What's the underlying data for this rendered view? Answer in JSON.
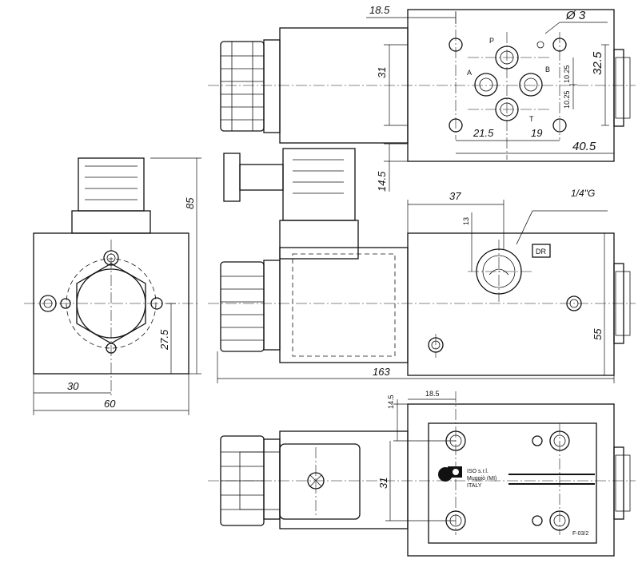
{
  "dimensions": {
    "d18_5_top": "18.5",
    "d_hole": "Ø 3",
    "d31_top": "31",
    "d32_5": "32.5",
    "d10_25_a": "10.25",
    "d10_25_b": "10.25",
    "d21_5": "21.5",
    "d19": "19",
    "d40_5": "40.5",
    "d14_5_top": "14.5",
    "d37": "37",
    "d13": "13",
    "d85": "85",
    "d27_5": "27.5",
    "d55": "55",
    "d163": "163",
    "d30": "30",
    "d60": "60",
    "d14_5_bot": "14.5",
    "d18_5_bot": "18.5",
    "d31_bot": "31"
  },
  "labels": {
    "port_p": "P",
    "port_a": "A",
    "port_b": "B",
    "port_t": "T",
    "thread": "1/4\"G",
    "drain": "DR",
    "plate_line1": "ISO s.r.l.",
    "plate_line2": "Muggiò (MI)",
    "plate_line3": "ITALY",
    "plate_code": "F-03/2"
  }
}
